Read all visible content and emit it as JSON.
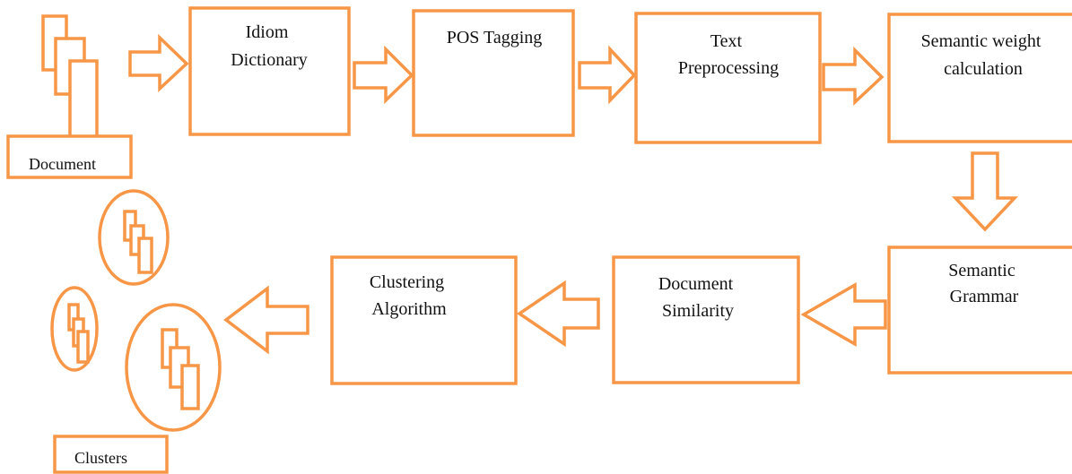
{
  "colors": {
    "stroke": "#F79646",
    "text": "#111111",
    "background": "#ffffff"
  },
  "labels": {
    "document": "Document",
    "clusters": "Clusters"
  },
  "steps": {
    "idiom_dictionary": [
      "Idiom",
      "Dictionary"
    ],
    "pos_tagging": [
      "POS Tagging"
    ],
    "text_preprocessing": [
      "Text",
      "Preprocessing"
    ],
    "semantic_weight": [
      "Semantic weight",
      "calculation"
    ],
    "semantic_grammar": [
      "Semantic",
      "Grammar"
    ],
    "document_similarity": [
      "Document",
      "Similarity"
    ],
    "clustering_algorithm": [
      "Clustering",
      "Algorithm"
    ]
  }
}
